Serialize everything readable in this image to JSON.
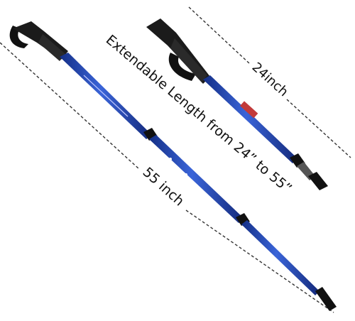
{
  "labels": {
    "extendable": "Extendable Length from 24”  to 55”",
    "long_pole": "55 inch",
    "short_pole": "24inch"
  },
  "colors": {
    "pole_blue": "#1f3fa8",
    "pole_blue_light": "#3a64d8",
    "grip_black": "#1b1b1b",
    "dash_line": "#333333"
  }
}
